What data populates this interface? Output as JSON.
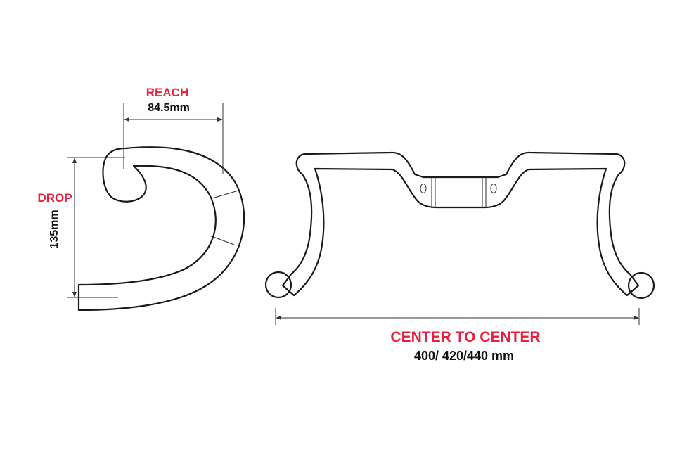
{
  "labels": {
    "reach_title": "REACH",
    "reach_value": "84.5mm",
    "drop_title": "DROP",
    "drop_value": "135mm",
    "width_title": "CENTER TO CENTER",
    "width_value": "400/ 420/440 mm"
  },
  "colors": {
    "accent": "#e5213e",
    "line": "#1a1a1a"
  }
}
